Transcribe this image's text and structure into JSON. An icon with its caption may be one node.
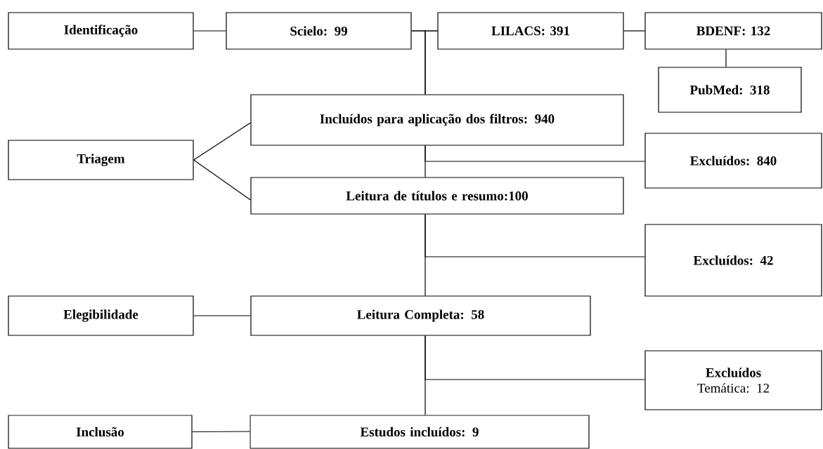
{
  "diagram": {
    "nodes": [
      {
        "text": [
          "Identificação"
        ]
      },
      {
        "text": [
          "Scielo: 99"
        ]
      },
      {
        "text": [
          "LILACS: 391"
        ]
      },
      {
        "text": [
          "BDENF: 132"
        ]
      },
      {
        "text": [
          "PubMed: 318"
        ]
      },
      {
        "text": [
          "Incluídos para aplicação dos filtros: 940"
        ]
      },
      {
        "text": [
          "Triagem"
        ]
      },
      {
        "text": [
          "Excluídos: 840"
        ]
      },
      {
        "text": [
          "Leitura de títulos e resumo:100"
        ]
      },
      {
        "text": [
          "Excluídos: 42"
        ]
      },
      {
        "text": [
          "Elegibilidade"
        ]
      },
      {
        "text": [
          "Leitura Completa: 58"
        ]
      },
      {
        "text": [
          "Excluídos",
          "Temática: 12"
        ]
      },
      {
        "text": [
          "Inclusão"
        ]
      },
      {
        "text": [
          "Estudos incluídos: 9"
        ]
      }
    ],
    "edges": [
      {
        "from": 0,
        "to": 1,
        "arrow": "none"
      },
      {
        "from": 1,
        "to": 2,
        "arrow": "none"
      },
      {
        "from": 1,
        "to": 5,
        "arrow": "none"
      },
      {
        "from": 2,
        "to": 5,
        "arrow": "none"
      },
      {
        "from": 2,
        "to": 3,
        "arrow": "none"
      },
      {
        "from": 3,
        "to": 4,
        "arrow": "none"
      },
      {
        "from": 6,
        "to": 5,
        "arrow": "none"
      },
      {
        "from": 6,
        "to": 8,
        "arrow": "none"
      },
      {
        "from": 5,
        "to": 8,
        "arrow": "none"
      },
      {
        "from": 5,
        "to": 7,
        "arrow": "none"
      },
      {
        "from": 8,
        "to": 11,
        "arrow": "none"
      },
      {
        "from": 8,
        "to": 9,
        "arrow": "none"
      },
      {
        "from": 10,
        "to": 11,
        "arrow": "none"
      },
      {
        "from": 11,
        "to": 14,
        "arrow": "none"
      },
      {
        "from": 11,
        "to": 12,
        "arrow": "none"
      },
      {
        "from": 13,
        "to": 14,
        "arrow": "none"
      }
    ]
  }
}
